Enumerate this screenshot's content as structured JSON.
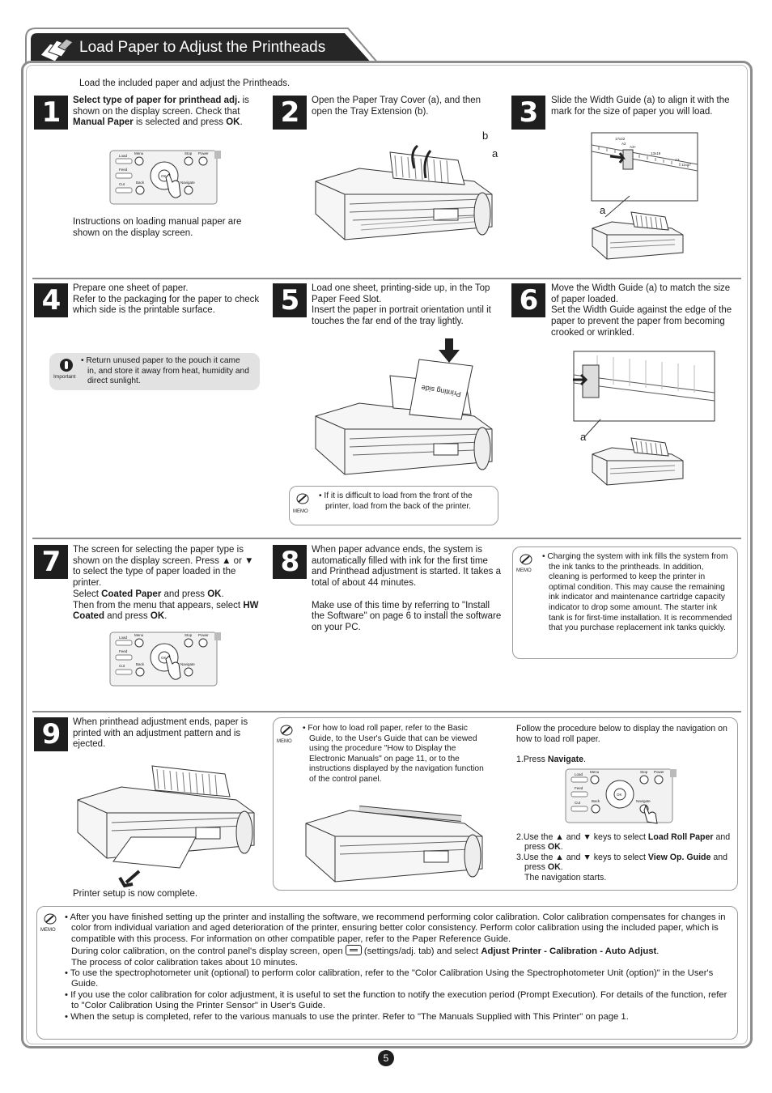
{
  "title": "Load Paper to Adjust the Printheads",
  "intro": "Load the included paper and adjust the Printheads.",
  "steps": {
    "s1": {
      "num": "1",
      "p1_bold": "Select type of paper for printhead adj.",
      "p1_rest": " is shown on the display screen. Check that ",
      "p1_bold2": "Manual Paper",
      "p1_rest2": " is selected and press ",
      "p1_bold3": "OK",
      "p1_end": ".",
      "p2": "Instructions on loading manual paper are shown on the display screen."
    },
    "s2": {
      "num": "2",
      "text": "Open the Paper Tray Cover (a), and then open the Tray Extension (b).",
      "label_a": "a",
      "label_b": "b"
    },
    "s3": {
      "num": "3",
      "text": "Slide the Width Guide (a) to align it with the mark for the size of paper you will load.",
      "label_a": "a"
    },
    "s4": {
      "num": "4",
      "text": "Prepare one sheet of paper.\nRefer to the packaging for the paper to check which side is the printable surface.",
      "important_label": "Important",
      "important": "• Return unused paper to the pouch it came in, and store it away from heat, humidity and direct sunlight."
    },
    "s5": {
      "num": "5",
      "text": "Load one sheet, printing-side up, in the Top Paper Feed Slot.\nInsert the paper in portrait orientation until it touches the far end of the tray lightly.",
      "paper_label": "Printing side",
      "memo_label": "MEMO",
      "memo": "• If it is difficult to load from the front of the printer, load from the back of the printer."
    },
    "s6": {
      "num": "6",
      "text": "Move the Width Guide (a) to match the size of paper loaded.\nSet the Width Guide against the edge of the paper to prevent the paper from becoming crooked or wrinkled.",
      "label_a": "a"
    },
    "s7": {
      "num": "7",
      "t1": "The screen for selecting the paper type is shown on the display screen. Press ▲ or ▼ to select the type of paper loaded in the printer.",
      "t2": "Select ",
      "t2b": "Coated Paper",
      "t2c": " and press ",
      "t2d": "OK",
      "t2e": ".",
      "t3": "Then from the menu that appears, select ",
      "t3b": "HW Coated",
      "t3c": " and press ",
      "t3d": "OK",
      "t3e": "."
    },
    "s8": {
      "num": "8",
      "t1": "When paper advance ends, the system is automatically filled with ink for the first time and Printhead adjustment is started. It takes a total of about 44 minutes.",
      "t2": "Make use of this time by referring to \"Install the Software\" on page 6 to install the software on your PC.",
      "memo_label": "MEMO",
      "memo": "• Charging the system with ink fills the system from the ink tanks to the printheads. In addition, cleaning is performed to keep the printer in optimal condition. This may cause the remaining ink indicator and maintenance cartridge capacity indicator to drop some amount. The starter ink tank is for first-time installation. It is recommended that you purchase replacement ink tanks quickly."
    },
    "s9": {
      "num": "9",
      "text": "When printhead adjustment ends, paper is printed with an adjustment pattern and is ejected.",
      "complete": "Printer setup is now complete.",
      "memo_label": "MEMO",
      "memo": "• For how to load roll paper, refer to the Basic Guide, to the User's Guide that can be viewed using the procedure \"How to Display the Electronic Manuals\" on page 11, or to the instructions displayed by the navigation function of the control panel.",
      "nav_intro": "Follow the procedure below to display the navigation on how to load roll paper.",
      "nav1a": "1.Press ",
      "nav1b": "Navigate",
      "nav1c": ".",
      "nav2a": "2.Use the ▲ and ▼ keys to select ",
      "nav2b": "Load Roll Paper",
      "nav2c": " and press ",
      "nav2d": "OK",
      "nav2e": ".",
      "nav3a": "3.Use the ▲ and ▼ keys to select ",
      "nav3b": "View Op. Guide",
      "nav3c": " and press ",
      "nav3d": "OK",
      "nav3e": ".",
      "nav3f": "The navigation starts."
    }
  },
  "panel": {
    "load": "Load",
    "menu": "Menu",
    "stop": "Stop",
    "power": "Power",
    "feed": "Feed",
    "ok": "OK",
    "cut": "Cut",
    "back": "Back",
    "navigate": "Navigate"
  },
  "width_guide_marks": [
    "17x22",
    "A2",
    "A3+",
    "13x19",
    "A3",
    "11x17"
  ],
  "bottom_memo": {
    "label": "MEMO",
    "b1": "• After you have finished setting up the printer and installing the software, we recommend performing color calibration. Color calibration compensates for changes in color from individual variation and aged deterioration of the printer, ensuring better color consistency. Perform color calibration using the included paper, which is compatible with this process. For information on other compatible paper, refer to the Paper Reference Guide.",
    "b1b_pre": "During color calibration, on the control panel's display screen, open ",
    "b1b_mid": " (settings/adj. tab) and select ",
    "b1b_bold": "Adjust Printer - Calibration - Auto Adjust",
    "b1b_end": ".",
    "b1c": "The process of color calibration takes about 10 minutes.",
    "b2": "• To use the spectrophotometer unit (optional) to perform color calibration, refer to the \"Color Calibration Using the Spectrophotometer Unit (option)\" in the User's Guide.",
    "b3": "• If you use the color calibration for color adjustment, it is useful to set the function to notify the execution period (Prompt Execution). For details of the function, refer to \"Color Calibration Using the Printer Sensor\" in User's Guide.",
    "b4": "• When the setup is completed, refer to the various manuals to use the printer. Refer to \"The Manuals Supplied with This Printer\" on page 1."
  },
  "page_number": "5"
}
